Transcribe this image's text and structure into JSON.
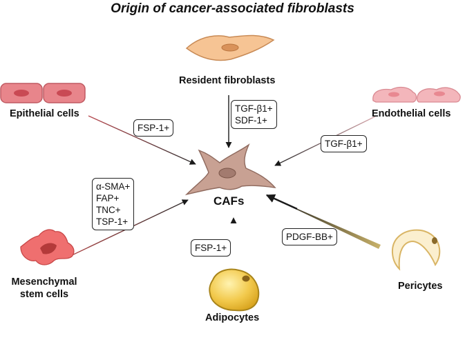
{
  "title": "Origin of cancer-associated fibroblasts",
  "center": {
    "label": "CAFs"
  },
  "sources": {
    "resident": {
      "label": "Resident fibroblasts",
      "markers": [
        "TGF-β1+",
        "SDF-1+"
      ]
    },
    "epithelial": {
      "label": "Epithelial cells",
      "markers": [
        "FSP-1+"
      ]
    },
    "endothelial": {
      "label": "Endothelial cells",
      "markers": [
        "TGF-β1+"
      ]
    },
    "mesenchymal": {
      "label_line1": "Mesenchymal",
      "label_line2": "stem cells",
      "markers": [
        "α-SMA+",
        "FAP+",
        "TNC+",
        "TSP-1+"
      ]
    },
    "adipocytes": {
      "label": "Adipocytes",
      "markers": [
        "FSP-1+"
      ]
    },
    "pericytes": {
      "label": "Pericytes",
      "markers": [
        "PDGF-BB+"
      ]
    }
  }
}
